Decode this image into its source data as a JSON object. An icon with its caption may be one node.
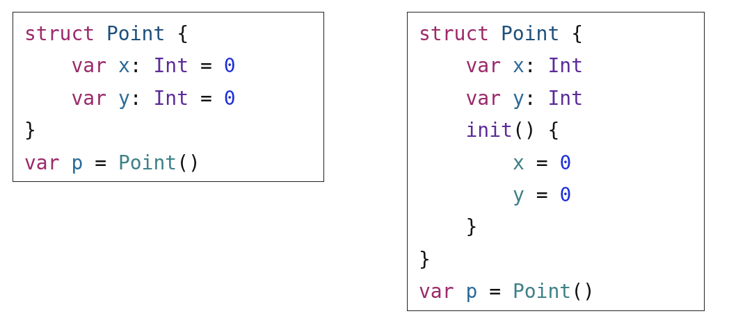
{
  "diagram": {
    "nodes": [
      {
        "text": [
          "struct Point {",
          "var x: Int = 0",
          "var y: Int = 0",
          "}",
          "var p = Point()"
        ]
      },
      {
        "text": [
          "struct Point {",
          "var x: Int",
          "var y: Int",
          "init() {",
          "x = 0",
          "y = 0",
          "}",
          "}",
          "var p = Point()"
        ]
      }
    ]
  }
}
